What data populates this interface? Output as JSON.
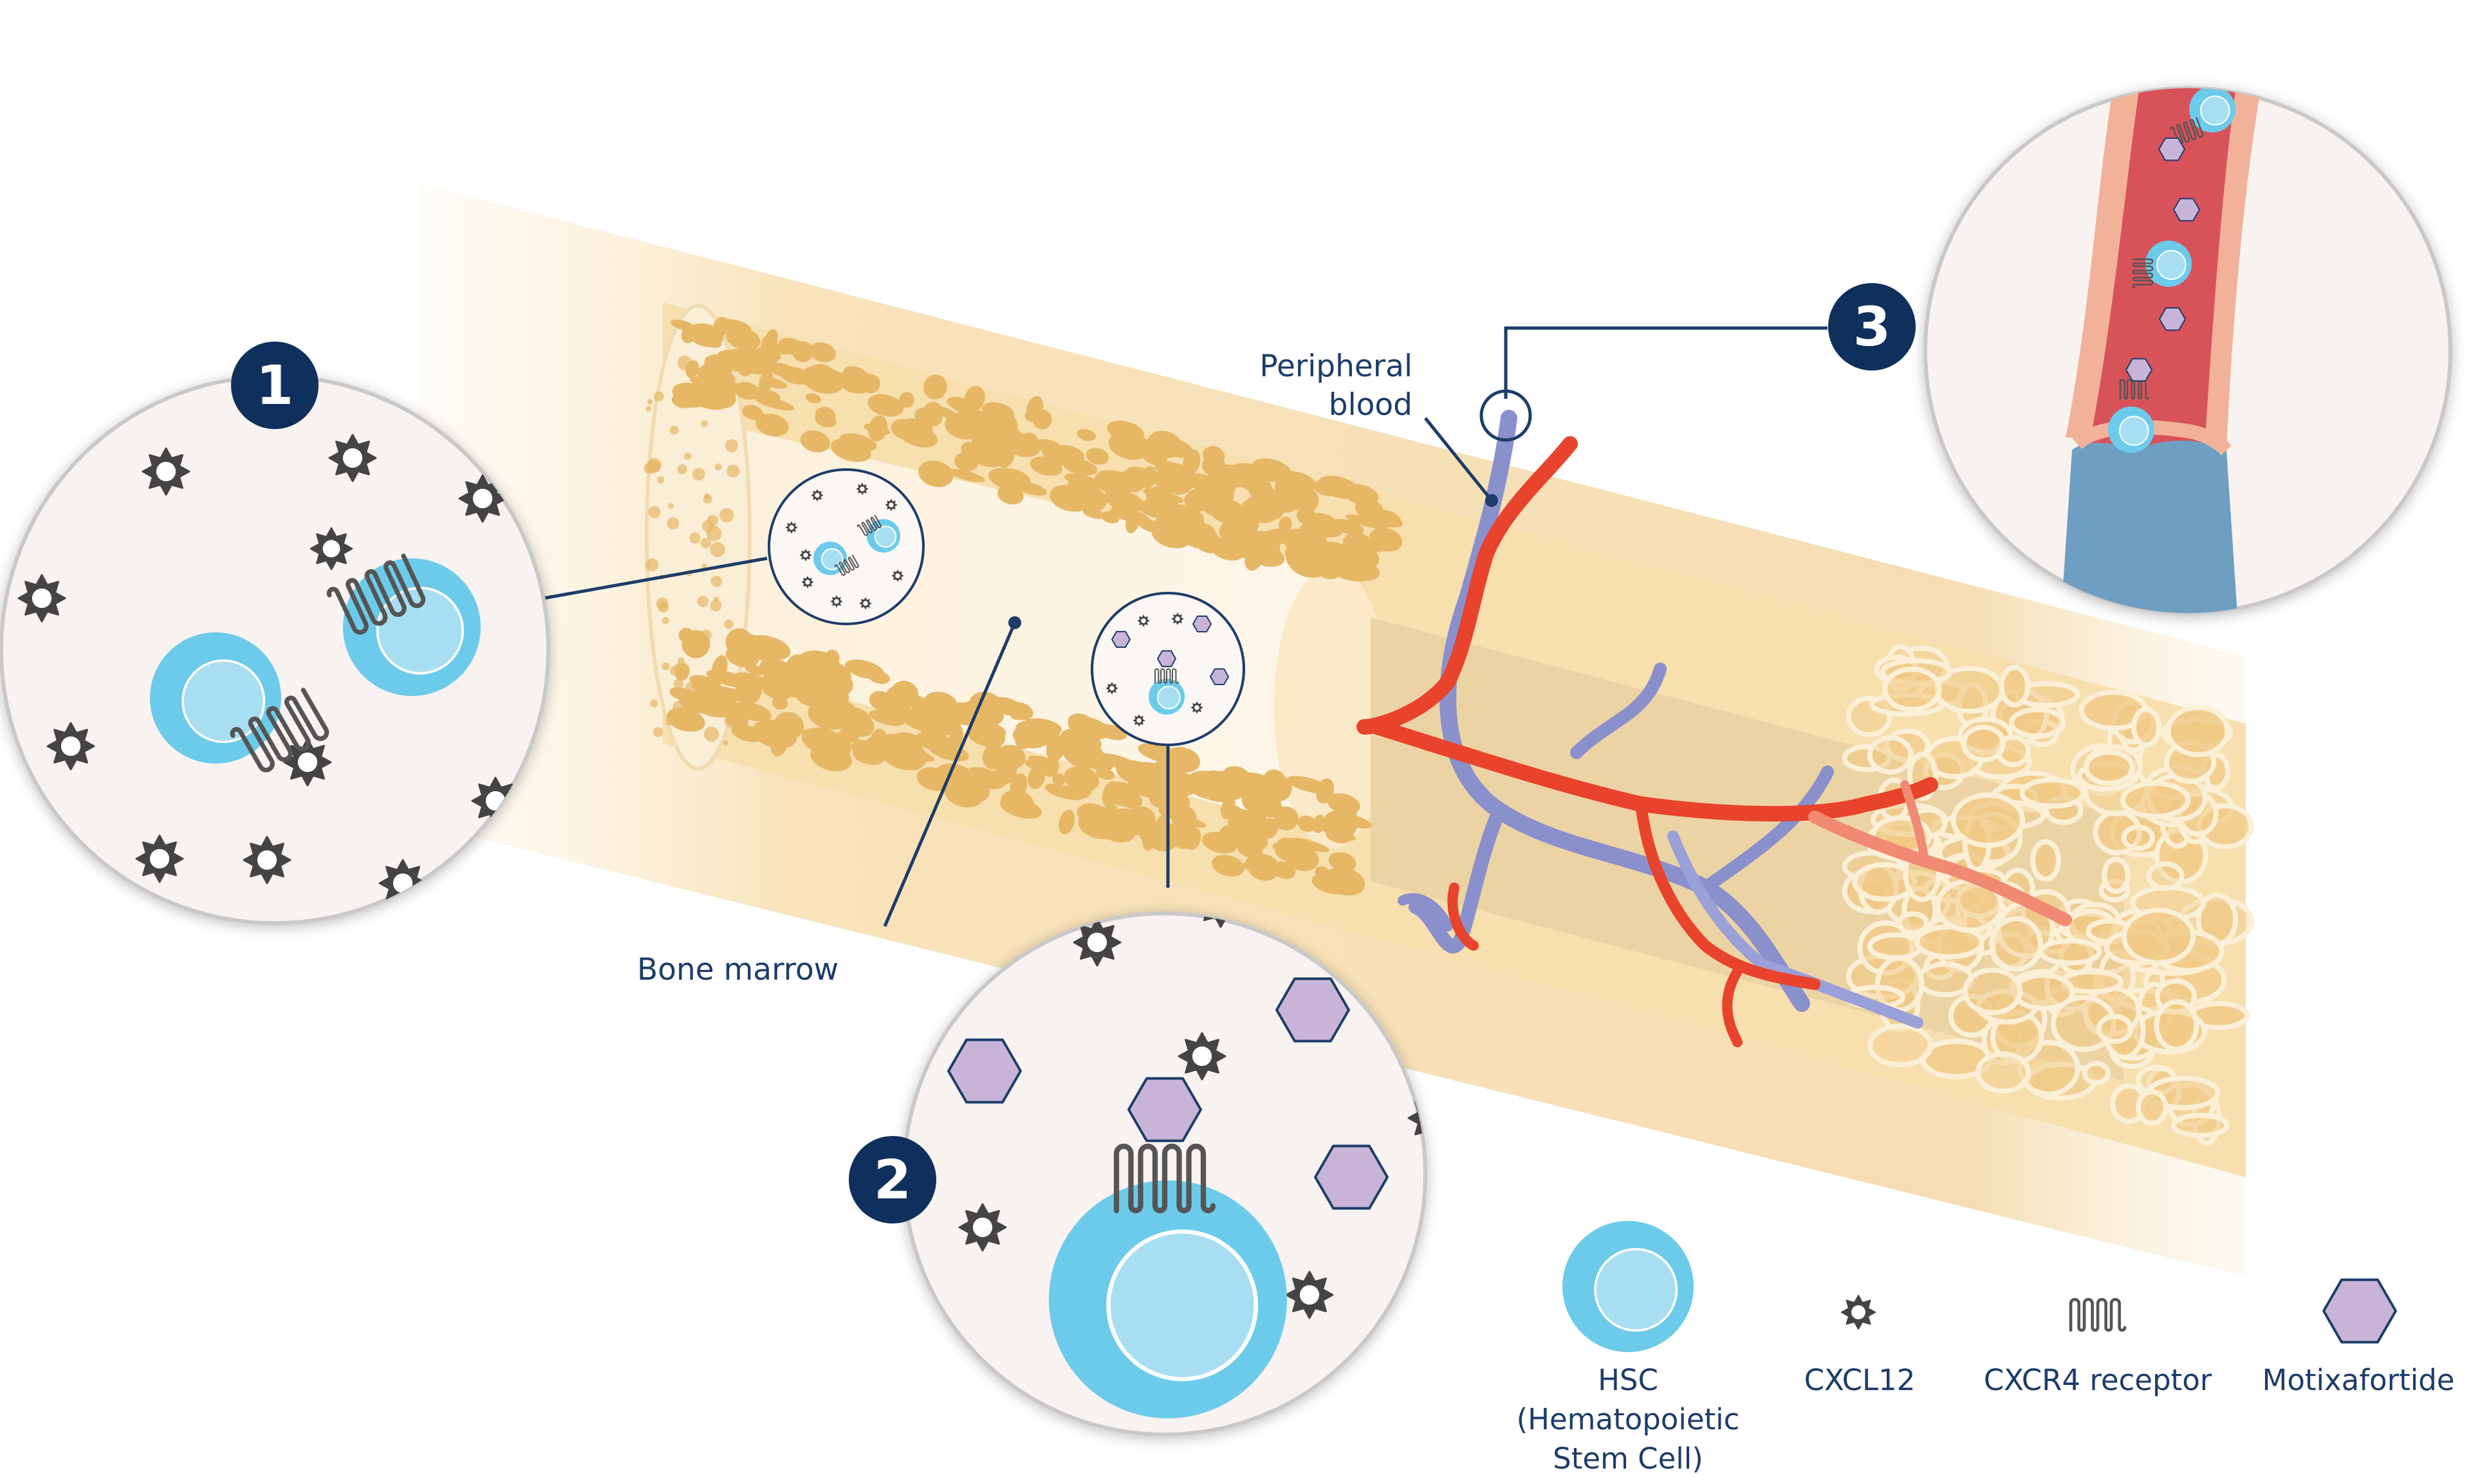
{
  "labels": {
    "peripheral_blood": "Peripheral\nblood",
    "bone_marrow": "Bone marrow"
  },
  "callouts": [
    "1",
    "2",
    "3"
  ],
  "legend": [
    {
      "icon": "hsc-icon",
      "label": "HSC\n(Hematopoietic\nStem Cell)"
    },
    {
      "icon": "cxcl12-icon",
      "label": "CXCL12"
    },
    {
      "icon": "cxcr4-receptor-icon",
      "label": "CXCR4 receptor"
    },
    {
      "icon": "motixafortide-icon",
      "label": "Motixafortide"
    }
  ],
  "colors": {
    "navy": "#0f2f5c",
    "label_text": "#1d3c68",
    "hsc_outer": "#6ccbea",
    "hsc_inner": "#a8def2",
    "cxcl12": "#444444",
    "receptor": "#555555",
    "motixafortide_fill": "#c8b4d8",
    "motixafortide_stroke": "#1d3c68",
    "artery": "#e8432c",
    "vein": "#8a90cc",
    "bone": "#f5dfb0",
    "bone_pores": "#e6b765",
    "zoom_bg": "#f8f3f0",
    "vessel_wall": "#f2b29a",
    "vessel_lumen": "#d8525a",
    "vessel_blue": "#6e9fc2"
  }
}
